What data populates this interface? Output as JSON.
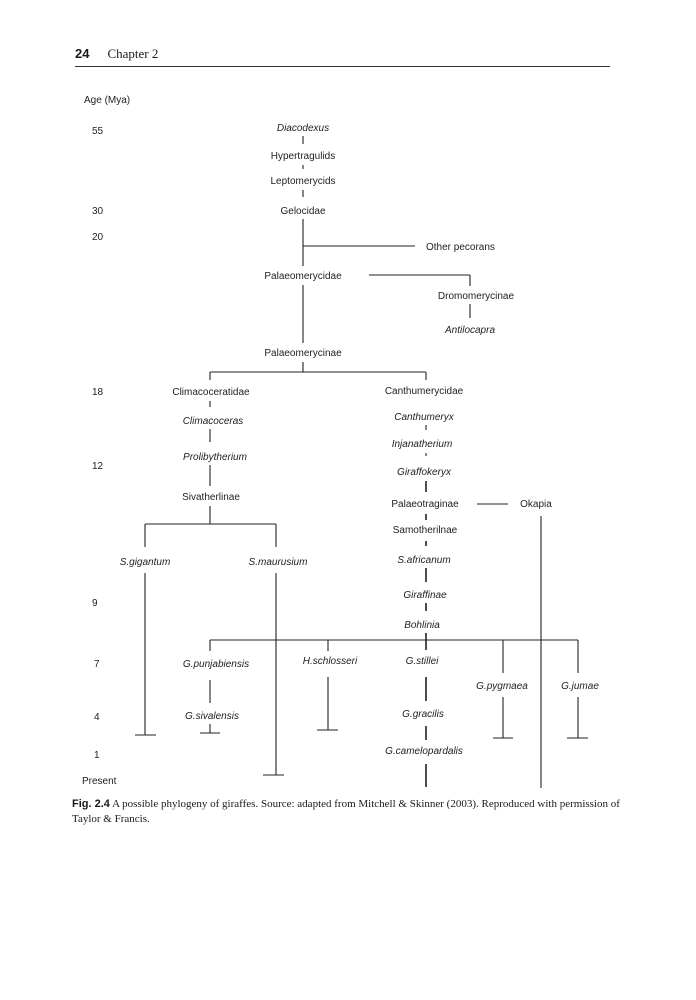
{
  "header": {
    "page_number": "24",
    "chapter": "Chapter 2"
  },
  "age_axis": {
    "title": "Age (Mya)",
    "ticks": [
      "55",
      "30",
      "20",
      "18",
      "12",
      "9",
      "7",
      "4",
      "1",
      "Present"
    ]
  },
  "taxa": {
    "diacodexus": "Diacodexus",
    "hypertragulids": "Hypertragulids",
    "leptomerycids": "Leptomerycids",
    "gelocidae": "Gelocidae",
    "other_pecorans": "Other pecorans",
    "palaeomerycidae": "Palaeomerycidae",
    "dromomerycinae": "Dromomerycinae",
    "antilocapra": "Antilocapra",
    "palaeomerycinae": "Palaeomerycinae",
    "climacoceratidae": "Climacoceratidae",
    "climacoceras": "Climacoceras",
    "prolibytherium": "Prolibytherium",
    "sivatherlinae": "Sivatherlinae",
    "s_gigantum": "S.gigantum",
    "s_maurusium": "S.maurusium",
    "canthumerycidae": "Canthumerycidae",
    "canthumeryx": "Canthumeryx",
    "injanatherium": "Injanatherium",
    "giraffokeryx": "Giraffokeryx",
    "palaeotraginae": "Palaeotraginae",
    "okapia": "Okapia",
    "samotherilnae": "Samotherilnae",
    "s_africanum": "S.africanum",
    "giraffinae": "Giraffinae",
    "bohlinia": "Bohlinia",
    "g_punjabiensis": "G.punjabiensis",
    "h_schlosseri": "H.schlosseri",
    "g_stillei": "G.stillei",
    "g_pygmaea": "G.pygmaea",
    "g_jumae": "G.jumae",
    "g_sivalensis": "G.sivalensis",
    "g_gracilis": "G.gracilis",
    "g_camelopardalis": "G.camelopardalis"
  },
  "caption": {
    "label": "Fig. 2.4",
    "text": "A possible phylogeny of giraffes. Source: adapted from Mitchell & Skinner (2003). Reproduced with permission of Taylor & Francis."
  }
}
